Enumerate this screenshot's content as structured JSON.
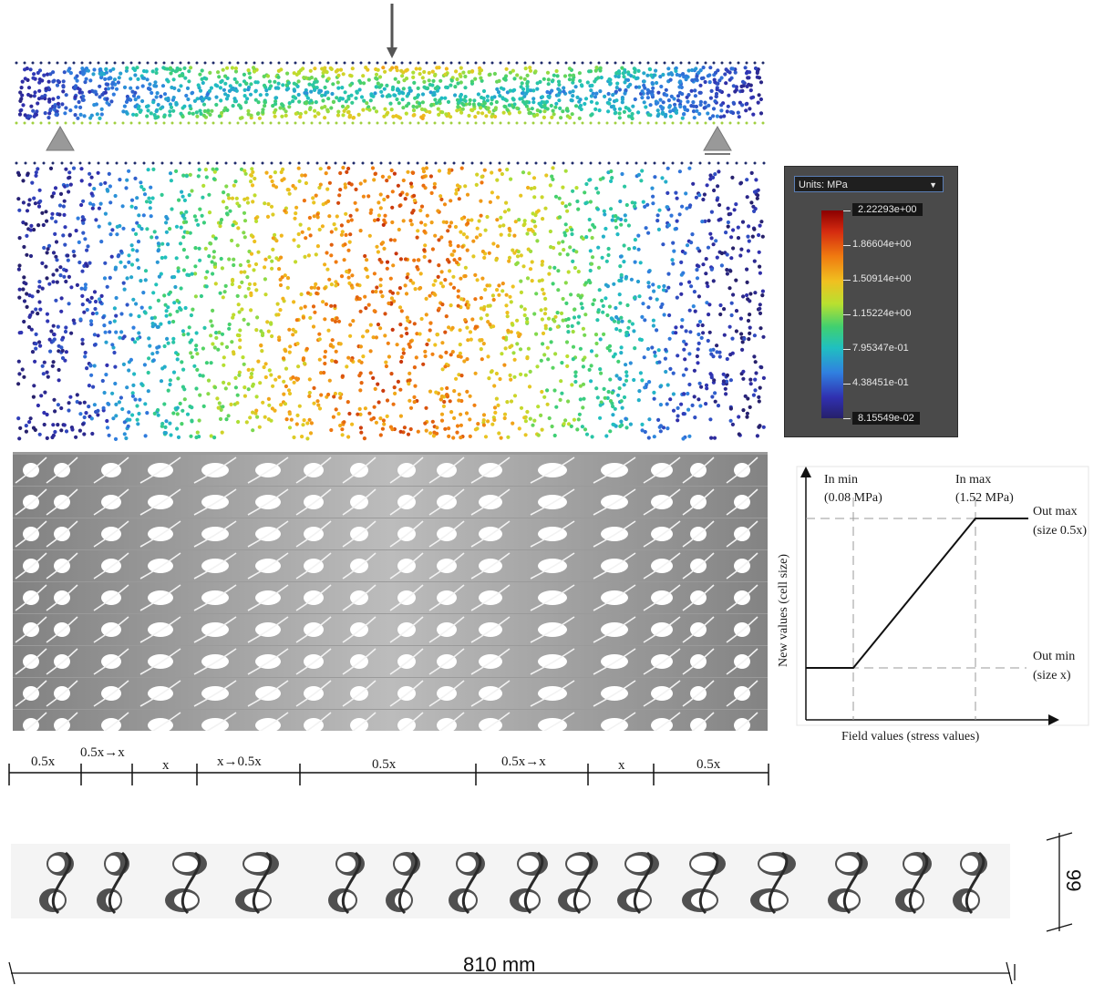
{
  "legend": {
    "units_label": "Units: MPa",
    "ticks": [
      "2.22293e+00",
      "1.86604e+00",
      "1.50914e+00",
      "1.15224e+00",
      "7.95347e-01",
      "4.38451e-01",
      "8.15549e-02"
    ]
  },
  "mapping": {
    "in_min": "In min",
    "in_min_value": "(0.08 MPa)",
    "in_max": "In max",
    "in_max_value": "(1.52 MPa)",
    "out_max": "Out max",
    "out_max_size": "(size 0.5x)",
    "out_min": "Out min",
    "out_min_size": "(size x)",
    "y_axis": "New values (cell size)",
    "x_axis": "Field values (stress values)"
  },
  "segments": [
    "0.5x",
    "0.5x→x",
    "x",
    "x→0.5x",
    "0.5x",
    "0.5x→x",
    "x",
    "0.5x"
  ],
  "dims": {
    "length": "810 mm",
    "height": "99"
  },
  "colors": {
    "legend_bg": "#4a4a4a",
    "lattice_gray": "#8a8a8a"
  }
}
